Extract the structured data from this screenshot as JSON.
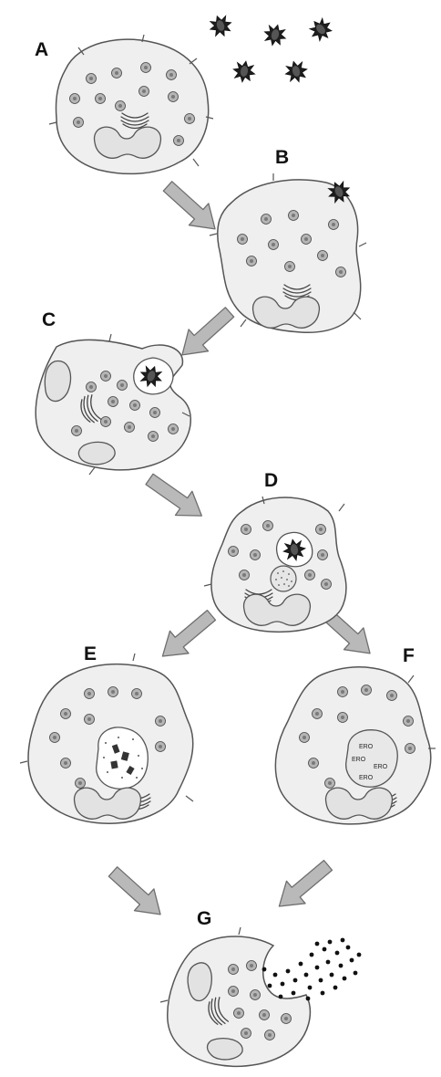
{
  "labels": {
    "a": "A",
    "b": "B",
    "c": "C",
    "d": "D",
    "e": "E",
    "f": "F",
    "g": "G"
  },
  "vesicle_text": "ERO",
  "colors": {
    "cell_fill": "#efefef",
    "outline": "#555555",
    "arrow_fill": "#b9b9b9",
    "organelle_fill": "#bdbdbd",
    "microbe_fill": "#2e2e2e"
  }
}
